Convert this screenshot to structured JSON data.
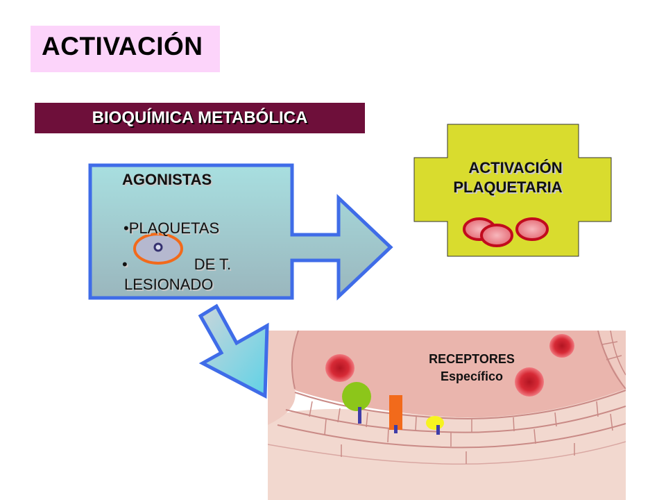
{
  "header": {
    "title": "ACTIVACIÓN",
    "subtitle": "BIOQUÍMICA  METABÓLICA"
  },
  "agonists": {
    "label": "AGONISTAS",
    "items": [
      {
        "bullet": "•",
        "text": "PLAQUETAS"
      },
      {
        "bullet": "•",
        "text_line1": "DE T.",
        "text_line2": "LESIONADO"
      }
    ]
  },
  "activation": {
    "line1": "ACTIVACIÓN",
    "line2": "PLAQUETARIA"
  },
  "receptors": {
    "line1": "RECEPTORES",
    "line2": "Específico"
  },
  "colors": {
    "title_bg": "#fcd4fa",
    "subtitle_bg": "#6e0f3a",
    "agonist_box_border": "#3f6ce8",
    "cross_fill": "#d9dc2e",
    "platelet": "#e0313e",
    "vessel_wall": "#f1d3c8"
  }
}
